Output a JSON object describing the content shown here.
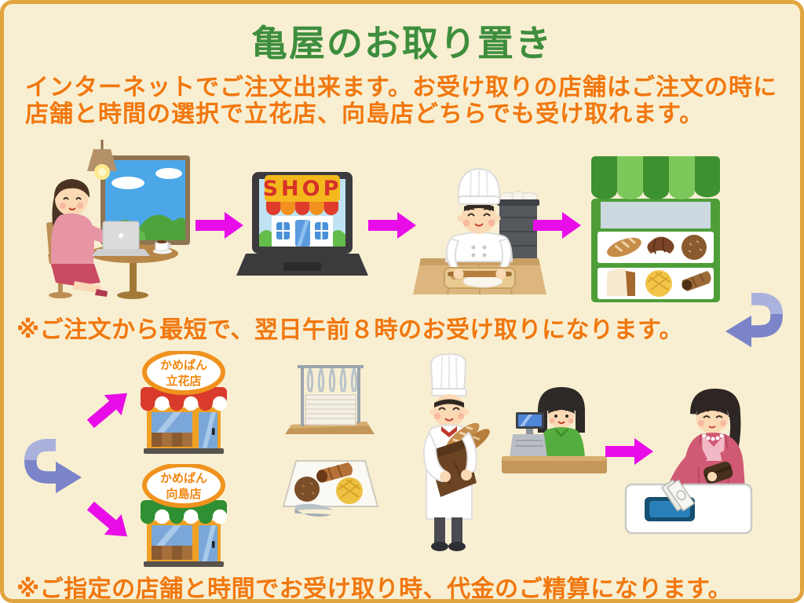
{
  "title": "亀屋のお取り置き",
  "intro": {
    "line1": "インターネットでご注文出来ます。お受け取りの店舗はご注文の時に",
    "line2": "店舗と時間の選択で立花店、向島店どちらでも受け取れます。"
  },
  "notes": {
    "pickup_time": "※ご注文から最短で、翌日午前８時のお受け取りになります。",
    "payment": "※ご指定の店舗と時間でお受け取り時、代金のご精算になります。"
  },
  "labels": {
    "online_shop_sign": "SHOP",
    "tachibana_shop": {
      "line1": "かめぱん",
      "line2": "立花店"
    },
    "mukojima_shop": {
      "line1": "かめぱん",
      "line2": "向島店"
    }
  },
  "colors": {
    "background": "#F8EFD2",
    "border_orange": "#E2A43E",
    "title_green": "#3E8E3E",
    "text_orange": "#F1770E",
    "arrow_magenta": "#E80DE8",
    "arrow_purple": "#7B84C8"
  }
}
